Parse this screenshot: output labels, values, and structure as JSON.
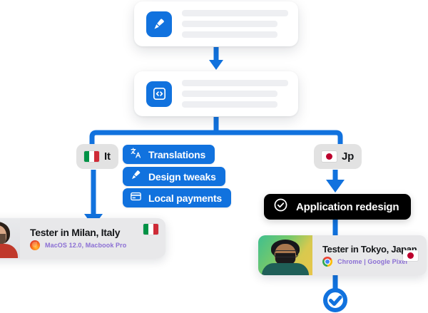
{
  "flow": {
    "cards": [
      {
        "id": "design",
        "icon": "paintbrush-icon",
        "icon_color": "#1172DE",
        "lines": 3
      },
      {
        "id": "code",
        "icon": "code-brackets-icon",
        "icon_color": "#1172DE",
        "lines": 3
      }
    ],
    "badges": [
      {
        "id": "it",
        "flag": "italy-flag-icon",
        "label": "It"
      },
      {
        "id": "jp",
        "flag": "japan-flag-icon",
        "label": "Jp"
      }
    ],
    "tasks": [
      {
        "label": "Translations",
        "icon": "translate-icon"
      },
      {
        "label": "Design tweaks",
        "icon": "paintbrush-icon"
      },
      {
        "label": "Local payments",
        "icon": "credit-card-icon"
      }
    ],
    "highlight": {
      "label": "Application redesign",
      "icon": "check-circle-icon",
      "background": "#000000"
    },
    "testers": [
      {
        "id": "milan",
        "title": "Tester in Milan, Italy",
        "meta": "MacOS 12.0, Macbook Pro",
        "browser": "firefox-icon",
        "flag": "italy-flag-icon",
        "meta_color": "#8B6FD4"
      },
      {
        "id": "tokyo",
        "title": "Tester in Tokyo, Japan",
        "meta": "Chrome | Google Pixel",
        "browser": "chrome-icon",
        "flag": "japan-flag-icon",
        "meta_color": "#8B6FD4"
      }
    ],
    "end_node": {
      "icon": "check-circle-icon",
      "color": "#1172DE"
    },
    "accent_color": "#1172DE",
    "placeholder_color": "#EEEFF2"
  }
}
